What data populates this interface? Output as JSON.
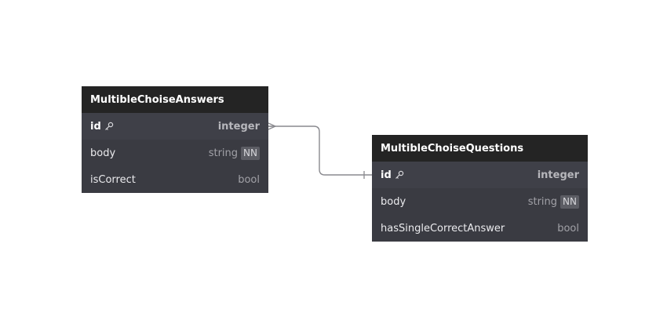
{
  "diagram": {
    "relationship": {
      "from": "MultibleChoiseAnswers.id",
      "to": "MultibleChoiseQuestions.id",
      "from_cardinality": "many",
      "to_cardinality": "one",
      "line_color": "#8a8a8f"
    },
    "tables": [
      {
        "name": "MultibleChoiseAnswers",
        "columns": [
          {
            "name": "id",
            "type": "integer",
            "badge": "",
            "primary_key": true,
            "icon": "key-icon"
          },
          {
            "name": "body",
            "type": "string",
            "badge": "NN",
            "primary_key": false
          },
          {
            "name": "isCorrect",
            "type": "bool",
            "badge": "",
            "primary_key": false
          }
        ]
      },
      {
        "name": "MultibleChoiseQuestions",
        "columns": [
          {
            "name": "id",
            "type": "integer",
            "badge": "",
            "primary_key": true,
            "icon": "key-icon"
          },
          {
            "name": "body",
            "type": "string",
            "badge": "NN",
            "primary_key": false
          },
          {
            "name": "hasSingleCorrectAnswer",
            "type": "bool",
            "badge": "",
            "primary_key": false
          }
        ]
      }
    ],
    "colors": {
      "header_bg": "#242424",
      "table_bg": "#3a3b42",
      "badge_bg": "#5c5d64",
      "canvas_bg": "#ffffff"
    }
  }
}
